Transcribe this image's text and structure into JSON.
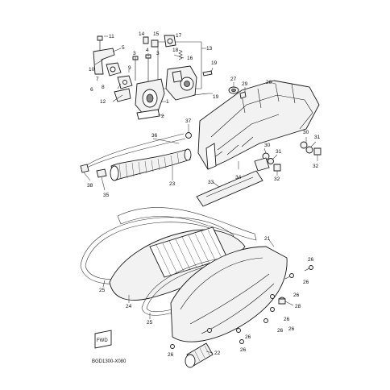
{
  "diagram_code": "BGD1300-X080",
  "fwd_label": "FWD",
  "callouts": [
    {
      "id": "c1",
      "text": "1"
    },
    {
      "id": "c2",
      "text": "2"
    },
    {
      "id": "c3a",
      "text": "3"
    },
    {
      "id": "c3b",
      "text": "3"
    },
    {
      "id": "c4",
      "text": "4"
    },
    {
      "id": "c5",
      "text": "5"
    },
    {
      "id": "c6",
      "text": "6"
    },
    {
      "id": "c7",
      "text": "7"
    },
    {
      "id": "c8",
      "text": "8"
    },
    {
      "id": "c9",
      "text": "9"
    },
    {
      "id": "c10",
      "text": "10"
    },
    {
      "id": "c11",
      "text": "11"
    },
    {
      "id": "c12",
      "text": "12"
    },
    {
      "id": "c13",
      "text": "13"
    },
    {
      "id": "c14",
      "text": "14"
    },
    {
      "id": "c15",
      "text": "15"
    },
    {
      "id": "c16",
      "text": "16"
    },
    {
      "id": "c17",
      "text": "17"
    },
    {
      "id": "c18",
      "text": "18"
    },
    {
      "id": "c19a",
      "text": "19"
    },
    {
      "id": "c19b",
      "text": "19"
    },
    {
      "id": "c20",
      "text": "20"
    },
    {
      "id": "c21",
      "text": "21"
    },
    {
      "id": "c22",
      "text": "22"
    },
    {
      "id": "c23",
      "text": "23"
    },
    {
      "id": "c24",
      "text": "24"
    },
    {
      "id": "c25a",
      "text": "25"
    },
    {
      "id": "c25b",
      "text": "25"
    },
    {
      "id": "c26a",
      "text": "26"
    },
    {
      "id": "c26b",
      "text": "26"
    },
    {
      "id": "c26c",
      "text": "26"
    },
    {
      "id": "c26d",
      "text": "26"
    },
    {
      "id": "c26e",
      "text": "26"
    },
    {
      "id": "c26f",
      "text": "26"
    },
    {
      "id": "c26g",
      "text": "26"
    },
    {
      "id": "c26h",
      "text": "26"
    },
    {
      "id": "c26i",
      "text": "26"
    },
    {
      "id": "c27",
      "text": "27"
    },
    {
      "id": "c28",
      "text": "28"
    },
    {
      "id": "c29",
      "text": "29"
    },
    {
      "id": "c30a",
      "text": "30"
    },
    {
      "id": "c30b",
      "text": "30"
    },
    {
      "id": "c31a",
      "text": "31"
    },
    {
      "id": "c31b",
      "text": "31"
    },
    {
      "id": "c32a",
      "text": "32"
    },
    {
      "id": "c32b",
      "text": "32"
    },
    {
      "id": "c33",
      "text": "33"
    },
    {
      "id": "c34",
      "text": "34"
    },
    {
      "id": "c35",
      "text": "35"
    },
    {
      "id": "c36",
      "text": "36"
    },
    {
      "id": "c37",
      "text": "37"
    },
    {
      "id": "c38",
      "text": "38"
    }
  ]
}
